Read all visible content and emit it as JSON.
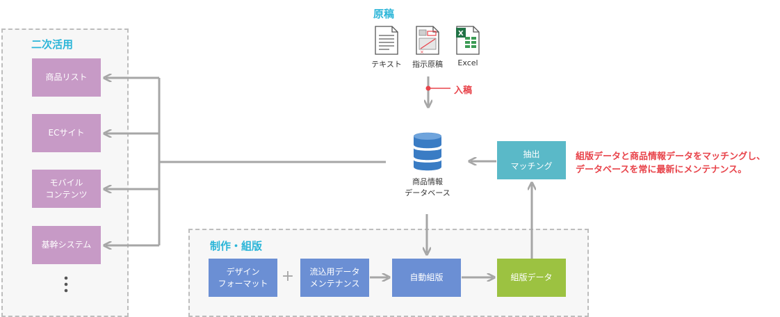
{
  "sources": {
    "title": "原稿",
    "items": [
      {
        "label": "テキスト",
        "icon": "text-document-icon"
      },
      {
        "label": "指示原稿",
        "icon": "marked-document-icon"
      },
      {
        "label": "Excel",
        "icon": "excel-file-icon"
      }
    ],
    "input_label": "入稿"
  },
  "database": {
    "label": "商品情報\nデータベース",
    "icon": "database-icon"
  },
  "secondary_use": {
    "title": "二次活用",
    "items": [
      "商品リスト",
      "ECサイト",
      "モバイル\nコンテンツ",
      "基幹システム"
    ]
  },
  "matching": {
    "label": "抽出\nマッチング",
    "note": "組版データと商品情報データをマッチングし、\nデータベースを常に最新にメンテナンス。"
  },
  "production": {
    "title": "制作・組版",
    "design_format": "デザイン\nフォーマット",
    "plus": "+",
    "data_maintenance": "流込用データ\nメンテナンス",
    "auto_typeset": "自動組版",
    "typeset_data": "組版データ"
  },
  "colors": {
    "accent_title": "#2bb5d8",
    "note_red": "#e8434a",
    "purple_box": "#c79ac6",
    "blue_box": "#6b8fd4",
    "teal_box": "#5ab9c8",
    "green_box": "#9cc241",
    "arrow_gray": "#a6a6a6"
  }
}
